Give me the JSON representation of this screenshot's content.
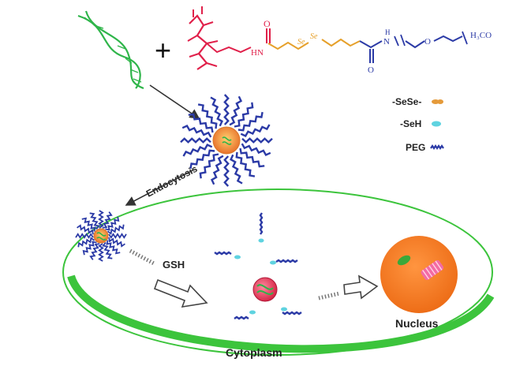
{
  "colors": {
    "background": "#ffffff",
    "dna": "#2fb54a",
    "polymer_red": "#e0204a",
    "selenide_orange": "#e6a02a",
    "peg_blue": "#2b3aa6",
    "cell_membrane": "#3cc43c",
    "nucleus": "#f07a22",
    "sese": "#e59a3a",
    "seh": "#5fd3e0",
    "arrow": "#333333"
  },
  "icons": {
    "dna": "double-helix-icon",
    "micelle": "starburst-micelle-icon",
    "arrow": "hollow-block-arrow-icon"
  },
  "top": {
    "plus": "+",
    "labels": {
      "amide_o": "O",
      "amide_hn": "HN",
      "se_left": "Se",
      "se_right": "Se",
      "carbonyl_o": "O",
      "nh": "N",
      "h": "H",
      "o_ether": "O",
      "methoxy": "H₃CO"
    }
  },
  "legend": {
    "items": [
      {
        "label": "-SeSe-",
        "color": "#e59a3a",
        "kind": "sese"
      },
      {
        "label": "-SeH",
        "color": "#5fd3e0",
        "kind": "seh"
      },
      {
        "label": "PEG",
        "color": "#2b3aa6",
        "kind": "peg"
      }
    ]
  },
  "labels": {
    "endocytosis": "Endocytosis",
    "gsh": "GSH",
    "cytoplasm": "Cytoplasm",
    "nucleus": "Nucleus"
  }
}
